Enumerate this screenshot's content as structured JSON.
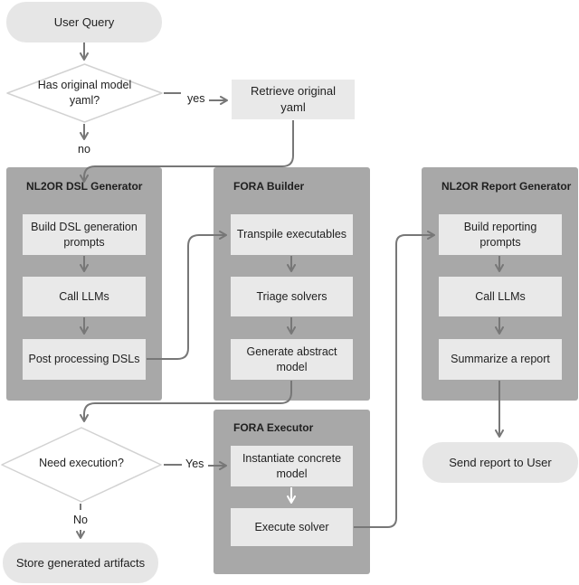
{
  "nodes": {
    "user_query": "User Query",
    "has_yaml": "Has original model yaml?",
    "retrieve_yaml": "Retrieve original yaml",
    "build_dsl": "Build DSL generation prompts",
    "call_llms_1": "Call LLMs",
    "post_processing": "Post processing DSLs",
    "transpile": "Transpile executables",
    "triage": "Triage solvers",
    "generate_abstract": "Generate abstract model",
    "build_reporting": "Build reporting prompts",
    "call_llms_2": "Call LLMs",
    "summarize": "Summarize a report",
    "send_report": "Send report to User",
    "need_execution": "Need execution?",
    "instantiate": "Instantiate concrete model",
    "execute_solver": "Execute solver",
    "store_artifacts": "Store generated artifacts"
  },
  "groups": {
    "dsl_generator": "NL2OR DSL Generator",
    "fora_builder": "FORA Builder",
    "report_generator": "NL2OR Report Generator",
    "fora_executor": "FORA Executor"
  },
  "edge_labels": {
    "yes_lower": "yes",
    "no_lower": "no",
    "yes_cap": "Yes",
    "no_cap": "No"
  },
  "colors": {
    "group_fill": "#a8a8a8",
    "node_fill": "#e9e9e9",
    "arrow": "#777777"
  }
}
